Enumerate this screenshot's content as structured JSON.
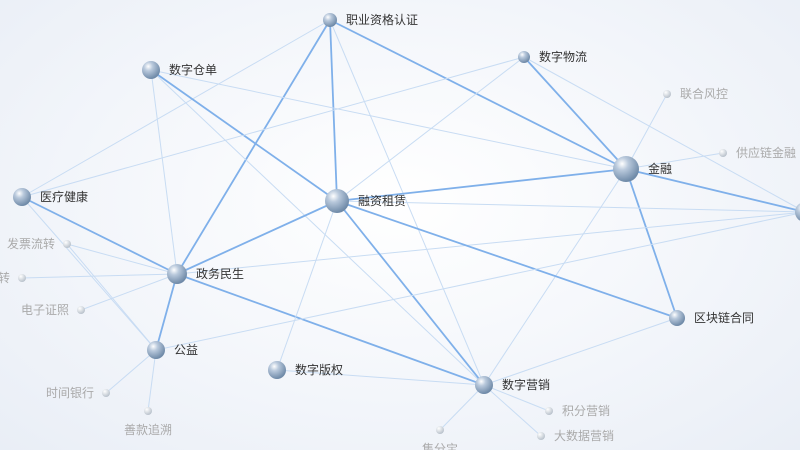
{
  "nodes": [
    {
      "id": "职业资格认证",
      "tier": "main"
    },
    {
      "id": "数字仓单",
      "tier": "main"
    },
    {
      "id": "数字物流",
      "tier": "main"
    },
    {
      "id": "联合风控",
      "tier": "leaf"
    },
    {
      "id": "供应链金融",
      "tier": "leaf"
    },
    {
      "id": "金融",
      "tier": "main"
    },
    {
      "id": "医疗健康",
      "tier": "main"
    },
    {
      "id": "融资租赁",
      "tier": "main"
    },
    {
      "id": "发票流转",
      "tier": "leaf"
    },
    {
      "id": "转",
      "tier": "leaf"
    },
    {
      "id": "政务民生",
      "tier": "main"
    },
    {
      "id": "电子证照",
      "tier": "leaf"
    },
    {
      "id": "区块链合同",
      "tier": "main"
    },
    {
      "id": "公益",
      "tier": "main"
    },
    {
      "id": "数字版权",
      "tier": "main"
    },
    {
      "id": "数字营销",
      "tier": "main"
    },
    {
      "id": "时间银行",
      "tier": "leaf"
    },
    {
      "id": "积分营销",
      "tier": "leaf"
    },
    {
      "id": "善款追溯",
      "tier": "leaf"
    },
    {
      "id": "大数据营销",
      "tier": "leaf"
    },
    {
      "id": "集分宝",
      "tier": "leaf"
    },
    {
      "id": "",
      "tier": "offscreen"
    }
  ],
  "edges": [
    [
      "职业资格认证",
      "政务民生",
      "strong"
    ],
    [
      "职业资格认证",
      "融资租赁",
      "strong"
    ],
    [
      "职业资格认证",
      "金融",
      "strong"
    ],
    [
      "职业资格认证",
      "数字营销",
      "weak"
    ],
    [
      "职业资格认证",
      "医疗健康",
      "weak"
    ],
    [
      "数字仓单",
      "融资租赁",
      "strong"
    ],
    [
      "数字仓单",
      "金融",
      "weak"
    ],
    [
      "数字仓单",
      "政务民生",
      "weak"
    ],
    [
      "数字仓单",
      "数字营销",
      "weak"
    ],
    [
      "数字物流",
      "金融",
      "strong"
    ],
    [
      "数字物流",
      "医疗健康",
      "weak"
    ],
    [
      "数字物流",
      "融资租赁",
      "weak"
    ],
    [
      "数字物流",
      "",
      "weak"
    ],
    [
      "金融",
      "融资租赁",
      "strong"
    ],
    [
      "金融",
      "区块链合同",
      "strong"
    ],
    [
      "金融",
      "",
      "strong"
    ],
    [
      "金融",
      "联合风控",
      "weak"
    ],
    [
      "金融",
      "供应链金融",
      "weak"
    ],
    [
      "金融",
      "数字营销",
      "weak"
    ],
    [
      "医疗健康",
      "政务民生",
      "strong"
    ],
    [
      "医疗健康",
      "公益",
      "weak"
    ],
    [
      "政务民生",
      "融资租赁",
      "strong"
    ],
    [
      "政务民生",
      "公益",
      "strong"
    ],
    [
      "政务民生",
      "数字营销",
      "strong"
    ],
    [
      "政务民生",
      "发票流转",
      "weak"
    ],
    [
      "政务民生",
      "转",
      "weak"
    ],
    [
      "政务民生",
      "电子证照",
      "weak"
    ],
    [
      "政务民生",
      "",
      "weak"
    ],
    [
      "融资租赁",
      "区块链合同",
      "strong"
    ],
    [
      "融资租赁",
      "数字营销",
      "strong"
    ],
    [
      "融资租赁",
      "",
      "weak"
    ],
    [
      "融资租赁",
      "数字版权",
      "weak"
    ],
    [
      "公益",
      "时间银行",
      "weak"
    ],
    [
      "公益",
      "善款追溯",
      "weak"
    ],
    [
      "公益",
      "",
      "weak"
    ],
    [
      "发票流转",
      "公益",
      "weak"
    ],
    [
      "数字营销",
      "积分营销",
      "weak"
    ],
    [
      "数字营销",
      "大数据营销",
      "weak"
    ],
    [
      "数字营销",
      "集分宝",
      "weak"
    ],
    [
      "数字营销",
      "区块链合同",
      "weak"
    ],
    [
      "数字版权",
      "数字营销",
      "weak"
    ]
  ],
  "colors": {
    "strong_edge": "#7fb0ea",
    "weak_edge": "#c8dcf3",
    "node": "#8fa6c0",
    "label": "#333333",
    "faded_label": "#aaaaaa"
  }
}
